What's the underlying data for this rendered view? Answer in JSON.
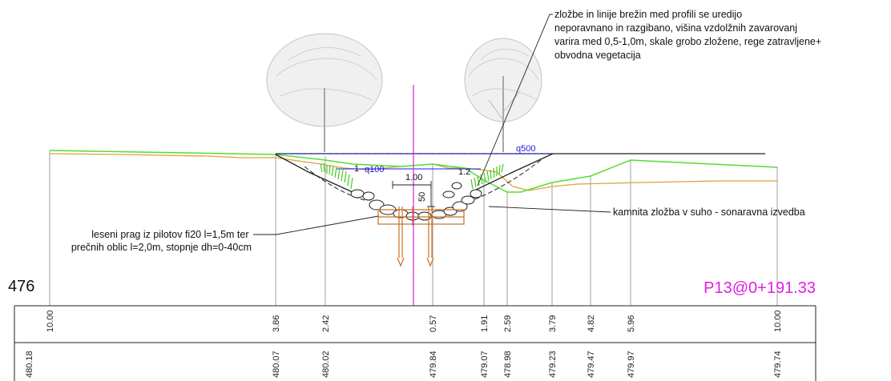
{
  "notes": {
    "top_right": [
      "zložbe in linije brežin med profili se uredijo",
      "neporavnano in razgibano, višina  vzdolžnih zavarovanj",
      "varira med 0,5-1,0m, skale grobo zložene, rege zatravljene+",
      "obvodna vegetacija"
    ],
    "left": [
      "leseni prag iz pilotov fi20 l=1,5m ter",
      "prečnih oblic l=2,0m, stopnje dh=0-40cm"
    ],
    "right": "kamnita zložba v suho - sonaravna izvedba"
  },
  "labels": {
    "q500": "q500",
    "q100": "q100",
    "dim_width": "1.00",
    "dim_height": "50",
    "slope_left": "1",
    "slope_right": "1.2"
  },
  "scale_height": "476",
  "profile_id": "P13@0+191.33",
  "colors": {
    "terrain_new": "#55dd33",
    "terrain_old": "#e0a040",
    "water_level": "#1a1aff",
    "axis": "#e020e0",
    "wood": "#c87020",
    "profile_label": "#e020e0"
  },
  "table": {
    "distances": [
      "10.00",
      "3.86",
      "2.42",
      "0.57",
      "1.91",
      "2.59",
      "3.79",
      "4.82",
      "5.96",
      "10.00"
    ],
    "elevations": [
      "480.18",
      "480.07",
      "480.02",
      "479.84",
      "479.07",
      "478.98",
      "479.23",
      "479.47",
      "479.97",
      "479.74"
    ]
  }
}
